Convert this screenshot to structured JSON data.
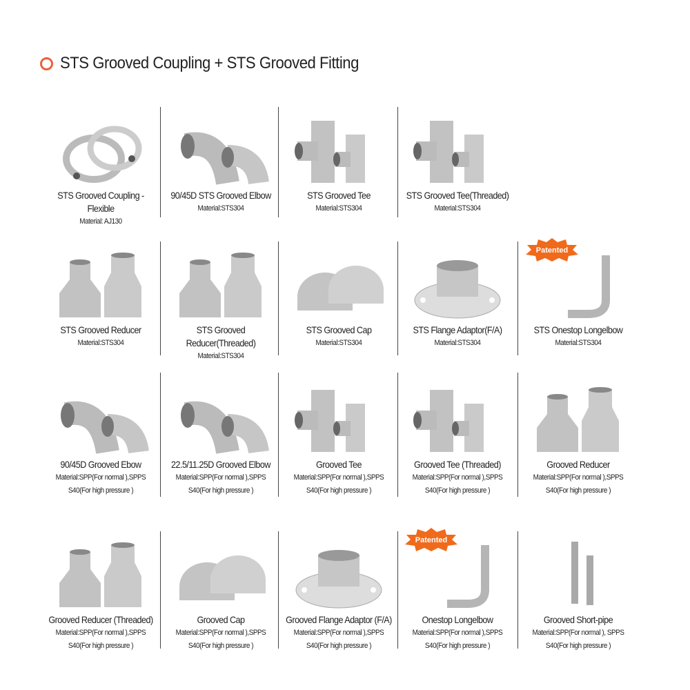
{
  "header": {
    "title": "STS Grooved Coupling + STS Grooved Fitting",
    "bullet_color": "#e8623a"
  },
  "products": [
    {
      "name": "STS Grooved Coupling - Flexible",
      "material": "Material: AJ130",
      "icon": "coupling"
    },
    {
      "name": "90/45D STS Grooved Elbow",
      "material": "Material:STS304",
      "icon": "elbow"
    },
    {
      "name": "STS Grooved Tee",
      "material": "Material:STS304",
      "icon": "tee"
    },
    {
      "name": "STS Grooved Tee(Threaded)",
      "material": "Material:STS304",
      "icon": "tee"
    },
    {
      "name": "STS Grooved Reducer",
      "material": "Material:STS304",
      "icon": "reducer"
    },
    {
      "name": "STS Grooved Reducer(Threaded)",
      "material": "Material:STS304",
      "icon": "reducer"
    },
    {
      "name": "STS Grooved Cap",
      "material": "Material:STS304",
      "icon": "cap"
    },
    {
      "name": "STS Flange Adaptor(F/A)",
      "material": "Material:STS304",
      "icon": "flange"
    },
    {
      "name": "STS Onestop Longelbow",
      "material": "Material:STS304",
      "icon": "longelbow",
      "badge": "Patented"
    },
    {
      "name": "90/45D Grooved Ebow",
      "material": "Material:SPP(For normal ),SPPS S40(For high pressure )",
      "icon": "elbow"
    },
    {
      "name": "22.5/11.25D Grooved Elbow",
      "material": "Material:SPP(For normal ),SPPS S40(For high pressure )",
      "icon": "elbow"
    },
    {
      "name": "Grooved Tee",
      "material": "Material:SPP(For normal ),SPPS S40(For high pressure )",
      "icon": "tee"
    },
    {
      "name": "Grooved Tee (Threaded)",
      "material": "Material:SPP(For normal ),SPPS S40(For high pressure )",
      "icon": "tee"
    },
    {
      "name": "Grooved Reducer",
      "material": "Material:SPP(For normal ),SPPS S40(For high pressure )",
      "icon": "reducer"
    },
    {
      "name": "Grooved Reducer (Threaded)",
      "material": "Material:SPP(For normal ),SPPS S40(For high pressure )",
      "icon": "reducer"
    },
    {
      "name": "Grooved Cap",
      "material": "Material:SPP(For normal ),SPPS S40(For high pressure )",
      "icon": "cap"
    },
    {
      "name": "Grooved Flange Adaptor (F/A)",
      "material": "Material:SPP(For normal ),SPPS S40(For high pressure )",
      "icon": "flange"
    },
    {
      "name": "Onestop Longelbow",
      "material": "Material:SPP(For normal ),SPPS S40(For high pressure )",
      "icon": "longelbow",
      "badge": "Patented"
    },
    {
      "name": "Grooved Short-pipe",
      "material": "Material:SPP(For normal ), SPPS S40(For high pressure )",
      "icon": "pipe"
    }
  ]
}
